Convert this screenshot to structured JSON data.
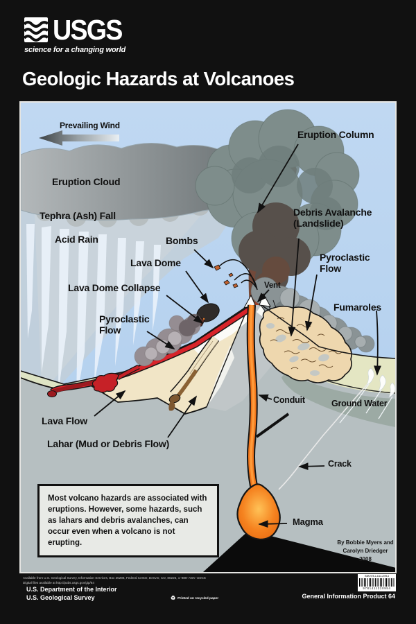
{
  "header": {
    "usgs_logo_text": "USGS",
    "usgs_tagline": "science for a changing world",
    "title": "Geologic Hazards at Volcanoes"
  },
  "diagram": {
    "labels": {
      "prevailing_wind": "Prevailing Wind",
      "eruption_column": "Eruption Column",
      "eruption_cloud": "Eruption Cloud",
      "tephra_ash_fall": "Tephra (Ash) Fall",
      "acid_rain": "Acid Rain",
      "bombs": "Bombs",
      "lava_dome": "Lava Dome",
      "debris_avalanche": "Debris Avalanche\n(Landslide)",
      "lava_dome_collapse": "Lava Dome Collapse",
      "pyroclastic_flow_left": "Pyroclastic\nFlow",
      "vent": "Vent",
      "pyroclastic_flow_right": "Pyroclastic\nFlow",
      "fumaroles": "Fumaroles",
      "conduit": "Conduit",
      "ground_water": "Ground Water",
      "lava_flow": "Lava Flow",
      "lahar": "Lahar (Mud or Debris Flow)",
      "crack": "Crack",
      "magma": "Magma"
    },
    "note": "Most volcano hazards are associated with eruptions.  However, some hazards, such as lahars and debris avalanches, can occur even when a volcano is not erupting.",
    "credits": "By Bobbie Myers and\nCarolyn Driedger\n2008"
  },
  "footer": {
    "availability_line1": "Available from U.S. Geological Survey, Information Services, Box 25286, Federal Center, Denver, CO, 80225, 1–888–ASK–USGS",
    "availability_line2": "Digital files available at http://pubs.usgs.gov/gip/64",
    "department": "U.S. Department of the Interior",
    "survey": "U.S. Geological Survey",
    "recycled": "Printed on recycled paper",
    "product": "General Information Product 64",
    "isbn_label": "ISBN 978-1-4113-2095-4",
    "isbn_number": "9781411320954"
  },
  "colors": {
    "sky": "#b6d2ee",
    "lava_red": "#d8232a",
    "magma_orange": "#f1761b",
    "terrain_cream": "#f1e5c6",
    "cross_section_gray": "#b6bfc1",
    "page_black": "#111111"
  }
}
